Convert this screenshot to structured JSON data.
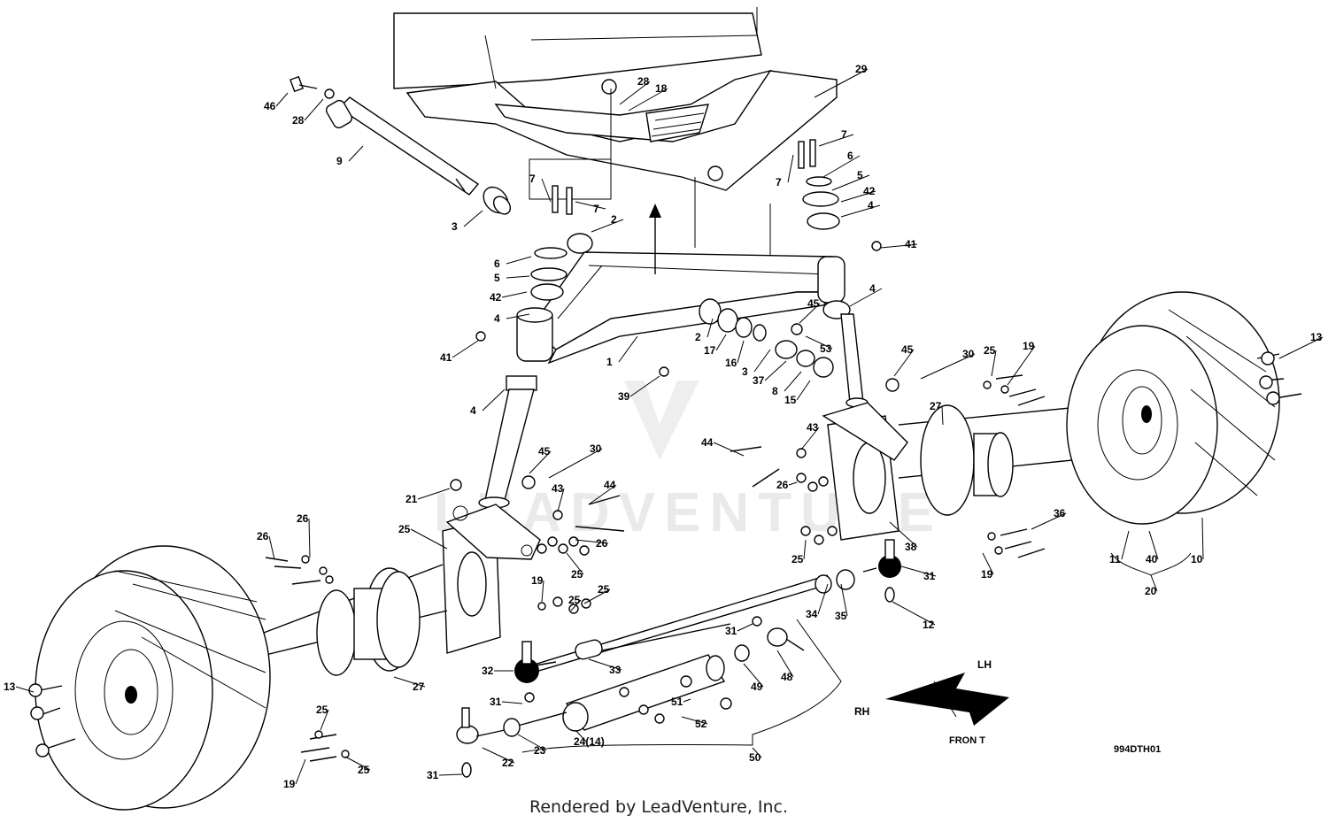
{
  "diagram": {
    "drawing_code": "994DTH01",
    "credit": "Rendered by LeadVenture, Inc.",
    "watermark_text": "LEADVENTURE",
    "labels": {
      "lh": "LH",
      "rh": "RH",
      "front": "FRON T"
    },
    "callouts": [
      "46",
      "28",
      "9",
      "3",
      "28",
      "18",
      "29",
      "7",
      "7",
      "6",
      "5",
      "42",
      "4",
      "7",
      "7",
      "2",
      "6",
      "5",
      "42",
      "4",
      "41",
      "41",
      "1",
      "4",
      "2",
      "17",
      "16",
      "3",
      "37",
      "8",
      "15",
      "45",
      "53",
      "39",
      "4",
      "45",
      "30",
      "25",
      "19",
      "27",
      "13",
      "21",
      "45",
      "30",
      "43",
      "44",
      "44",
      "43",
      "26",
      "25",
      "26",
      "38",
      "25",
      "19",
      "36",
      "31",
      "12",
      "11",
      "40",
      "10",
      "20",
      "25",
      "19",
      "26",
      "25",
      "26",
      "25",
      "34",
      "35",
      "27",
      "33",
      "32",
      "31",
      "49",
      "48",
      "31",
      "51",
      "52",
      "24(14)",
      "23",
      "22",
      "31",
      "50",
      "13",
      "25",
      "19",
      "25"
    ],
    "colors": {
      "line": "#000000",
      "background": "#ffffff",
      "watermark": "#d9d9d9"
    }
  }
}
